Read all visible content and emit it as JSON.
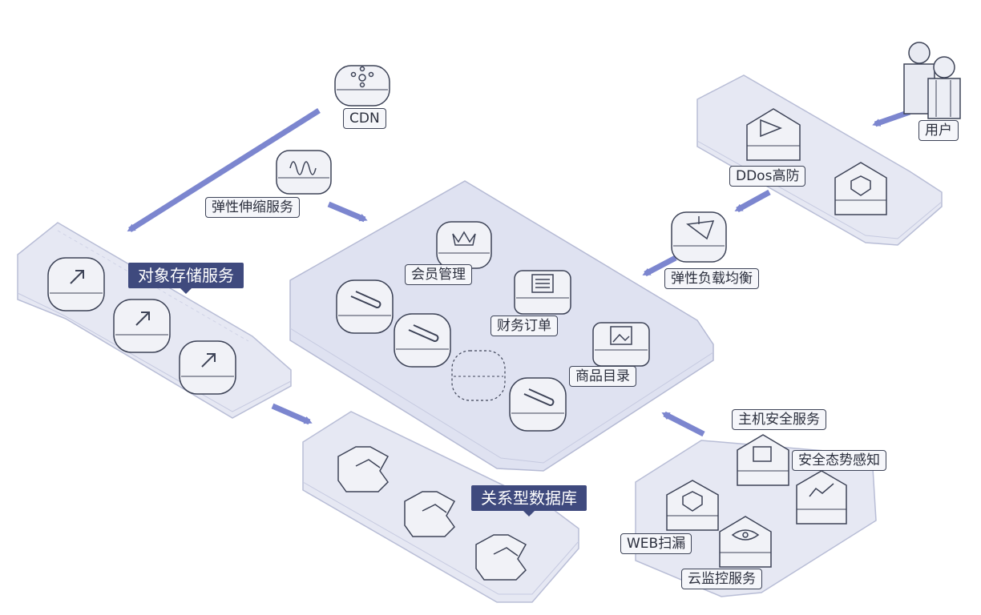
{
  "labels": {
    "cdn": "CDN",
    "user": "用户",
    "ddos": "DDos高防",
    "elastic_scaling": "弹性伸缩服务",
    "load_balancer": "弹性负载均衡",
    "object_storage": "对象存储服务",
    "member_mgmt": "会员管理",
    "finance_order": "财务订单",
    "product_catalog": "商品目录",
    "relational_db": "关系型数据库",
    "host_security": "主机安全服务",
    "security_awareness": "安全态势感知",
    "web_scan": "WEB扫漏",
    "cloud_monitor": "云监控服务"
  },
  "colors": {
    "arrow": "#7c86cf",
    "label_dark_bg": "#3f4a7e",
    "label_border": "#3d4357",
    "platform_fill": "#dcdff0",
    "node_fill": "#f1f2f7"
  }
}
